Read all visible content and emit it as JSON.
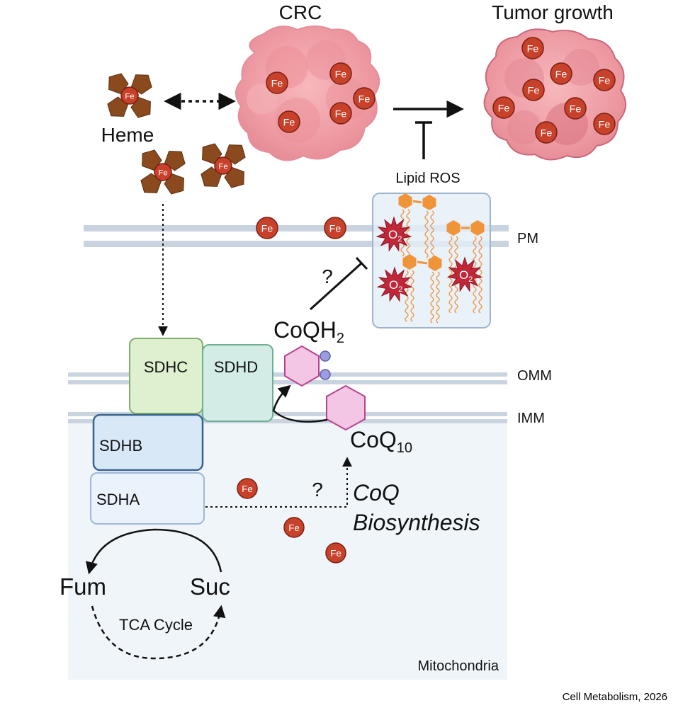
{
  "labels": {
    "crc": "CRC",
    "tumor_growth": "Tumor growth",
    "heme": "Heme",
    "lipid_ros": "Lipid ROS",
    "pm": "PM",
    "omm": "OMM",
    "imm": "IMM",
    "coqh2_main": "CoQH",
    "coqh2_sub": "2",
    "coq10_main": "CoQ",
    "coq10_sub": "10",
    "coq_biosynthesis_line1": "CoQ",
    "coq_biosynthesis_line2": "Biosynthesis",
    "question_top": "?",
    "question_bottom": "?",
    "sdhc": "SDHC",
    "sdhd": "SDHD",
    "sdhb": "SDHB",
    "sdha": "SDHA",
    "fum": "Fum",
    "suc": "Suc",
    "tca_cycle": "TCA Cycle",
    "mitochondria": "Mitochondria",
    "fe": "Fe",
    "o2_main": "O",
    "o2_sub": "2",
    "citation": "Cell Metabolism, 2026"
  },
  "colors": {
    "fe_fill": "#c8412a",
    "heme_fill": "#8b4a1e",
    "cell_fill": "#f2a0a8",
    "sdhc_fill": "#dff0cf",
    "sdhd_fill": "#d3ede6",
    "sdhb_fill": "#d8e8f7",
    "sdha_fill": "#eaf2fb",
    "coq_fill": "#f4c6e6",
    "lipid_head": "#f0943a",
    "ros_star": "#c0283a",
    "membrane": "#c3cfdc",
    "mito_bg": "#f0f5fa"
  }
}
